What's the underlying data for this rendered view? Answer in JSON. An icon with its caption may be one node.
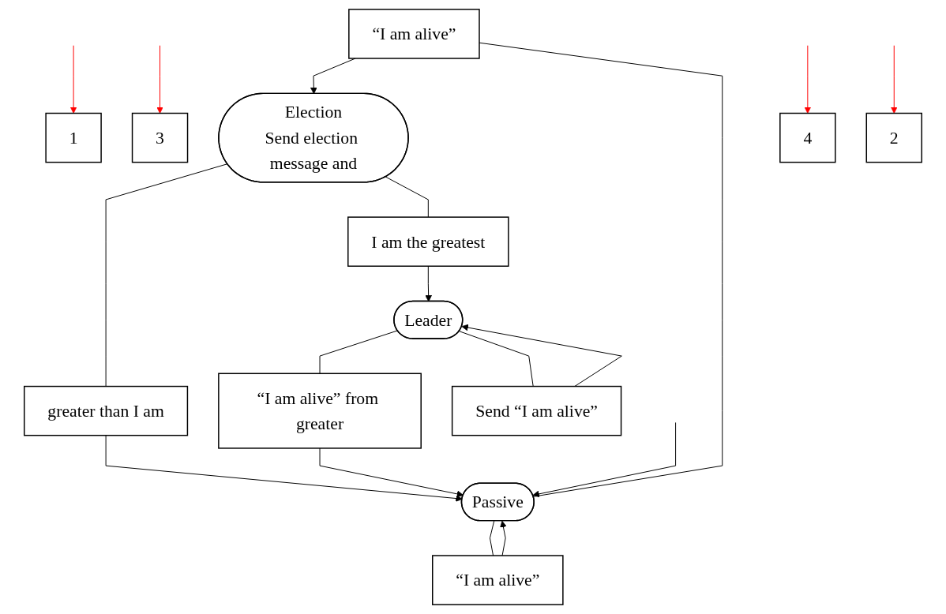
{
  "diagram": {
    "nodes": [
      {
        "text": [
          "1"
        ]
      },
      {
        "text": [
          "“I am alive”"
        ]
      },
      {
        "text": [
          "Passive"
        ]
      },
      {
        "text": [
          "Election",
          "Send election message and"
        ]
      },
      {
        "text": [
          "greater than I am"
        ]
      },
      {
        "text": [
          "“I am alive”"
        ]
      },
      {
        "text": [
          "“I am alive” from greater"
        ]
      },
      {
        "text": [
          "I am the greatest"
        ]
      },
      {
        "text": [
          "3"
        ]
      },
      {
        "text": [
          "Leader"
        ]
      },
      {
        "text": [
          "4"
        ]
      },
      {
        "text": [
          "Send “I am alive”"
        ]
      },
      {
        "text": [
          "2"
        ]
      }
    ],
    "edges": [
      {
        "from": null,
        "to": 0,
        "arrow": "to",
        "color": "#ff0000"
      },
      {
        "from": null,
        "to": 2,
        "arrow": "to"
      },
      {
        "from": 2,
        "to": 1,
        "arrow": "none"
      },
      {
        "from": 1,
        "to": 3,
        "arrow": "to"
      },
      {
        "from": 3,
        "to": 4,
        "arrow": "none"
      },
      {
        "from": 4,
        "to": 2,
        "arrow": "to"
      },
      {
        "from": 2,
        "to": 5,
        "arrow": "none"
      },
      {
        "from": 5,
        "to": 2,
        "arrow": "to"
      },
      {
        "from": 9,
        "to": 6,
        "arrow": "none"
      },
      {
        "from": 6,
        "to": 2,
        "arrow": "to"
      },
      {
        "from": 3,
        "to": 7,
        "arrow": "none"
      },
      {
        "from": 7,
        "to": 9,
        "arrow": "to"
      },
      {
        "from": null,
        "to": 8,
        "arrow": "to",
        "color": "#ff0000"
      },
      {
        "from": null,
        "to": 10,
        "arrow": "to",
        "color": "#ff0000"
      },
      {
        "from": 9,
        "to": 11,
        "arrow": "none"
      },
      {
        "from": 11,
        "to": 9,
        "arrow": "to"
      },
      {
        "from": null,
        "to": 12,
        "arrow": "to",
        "color": "#ff0000"
      }
    ]
  }
}
